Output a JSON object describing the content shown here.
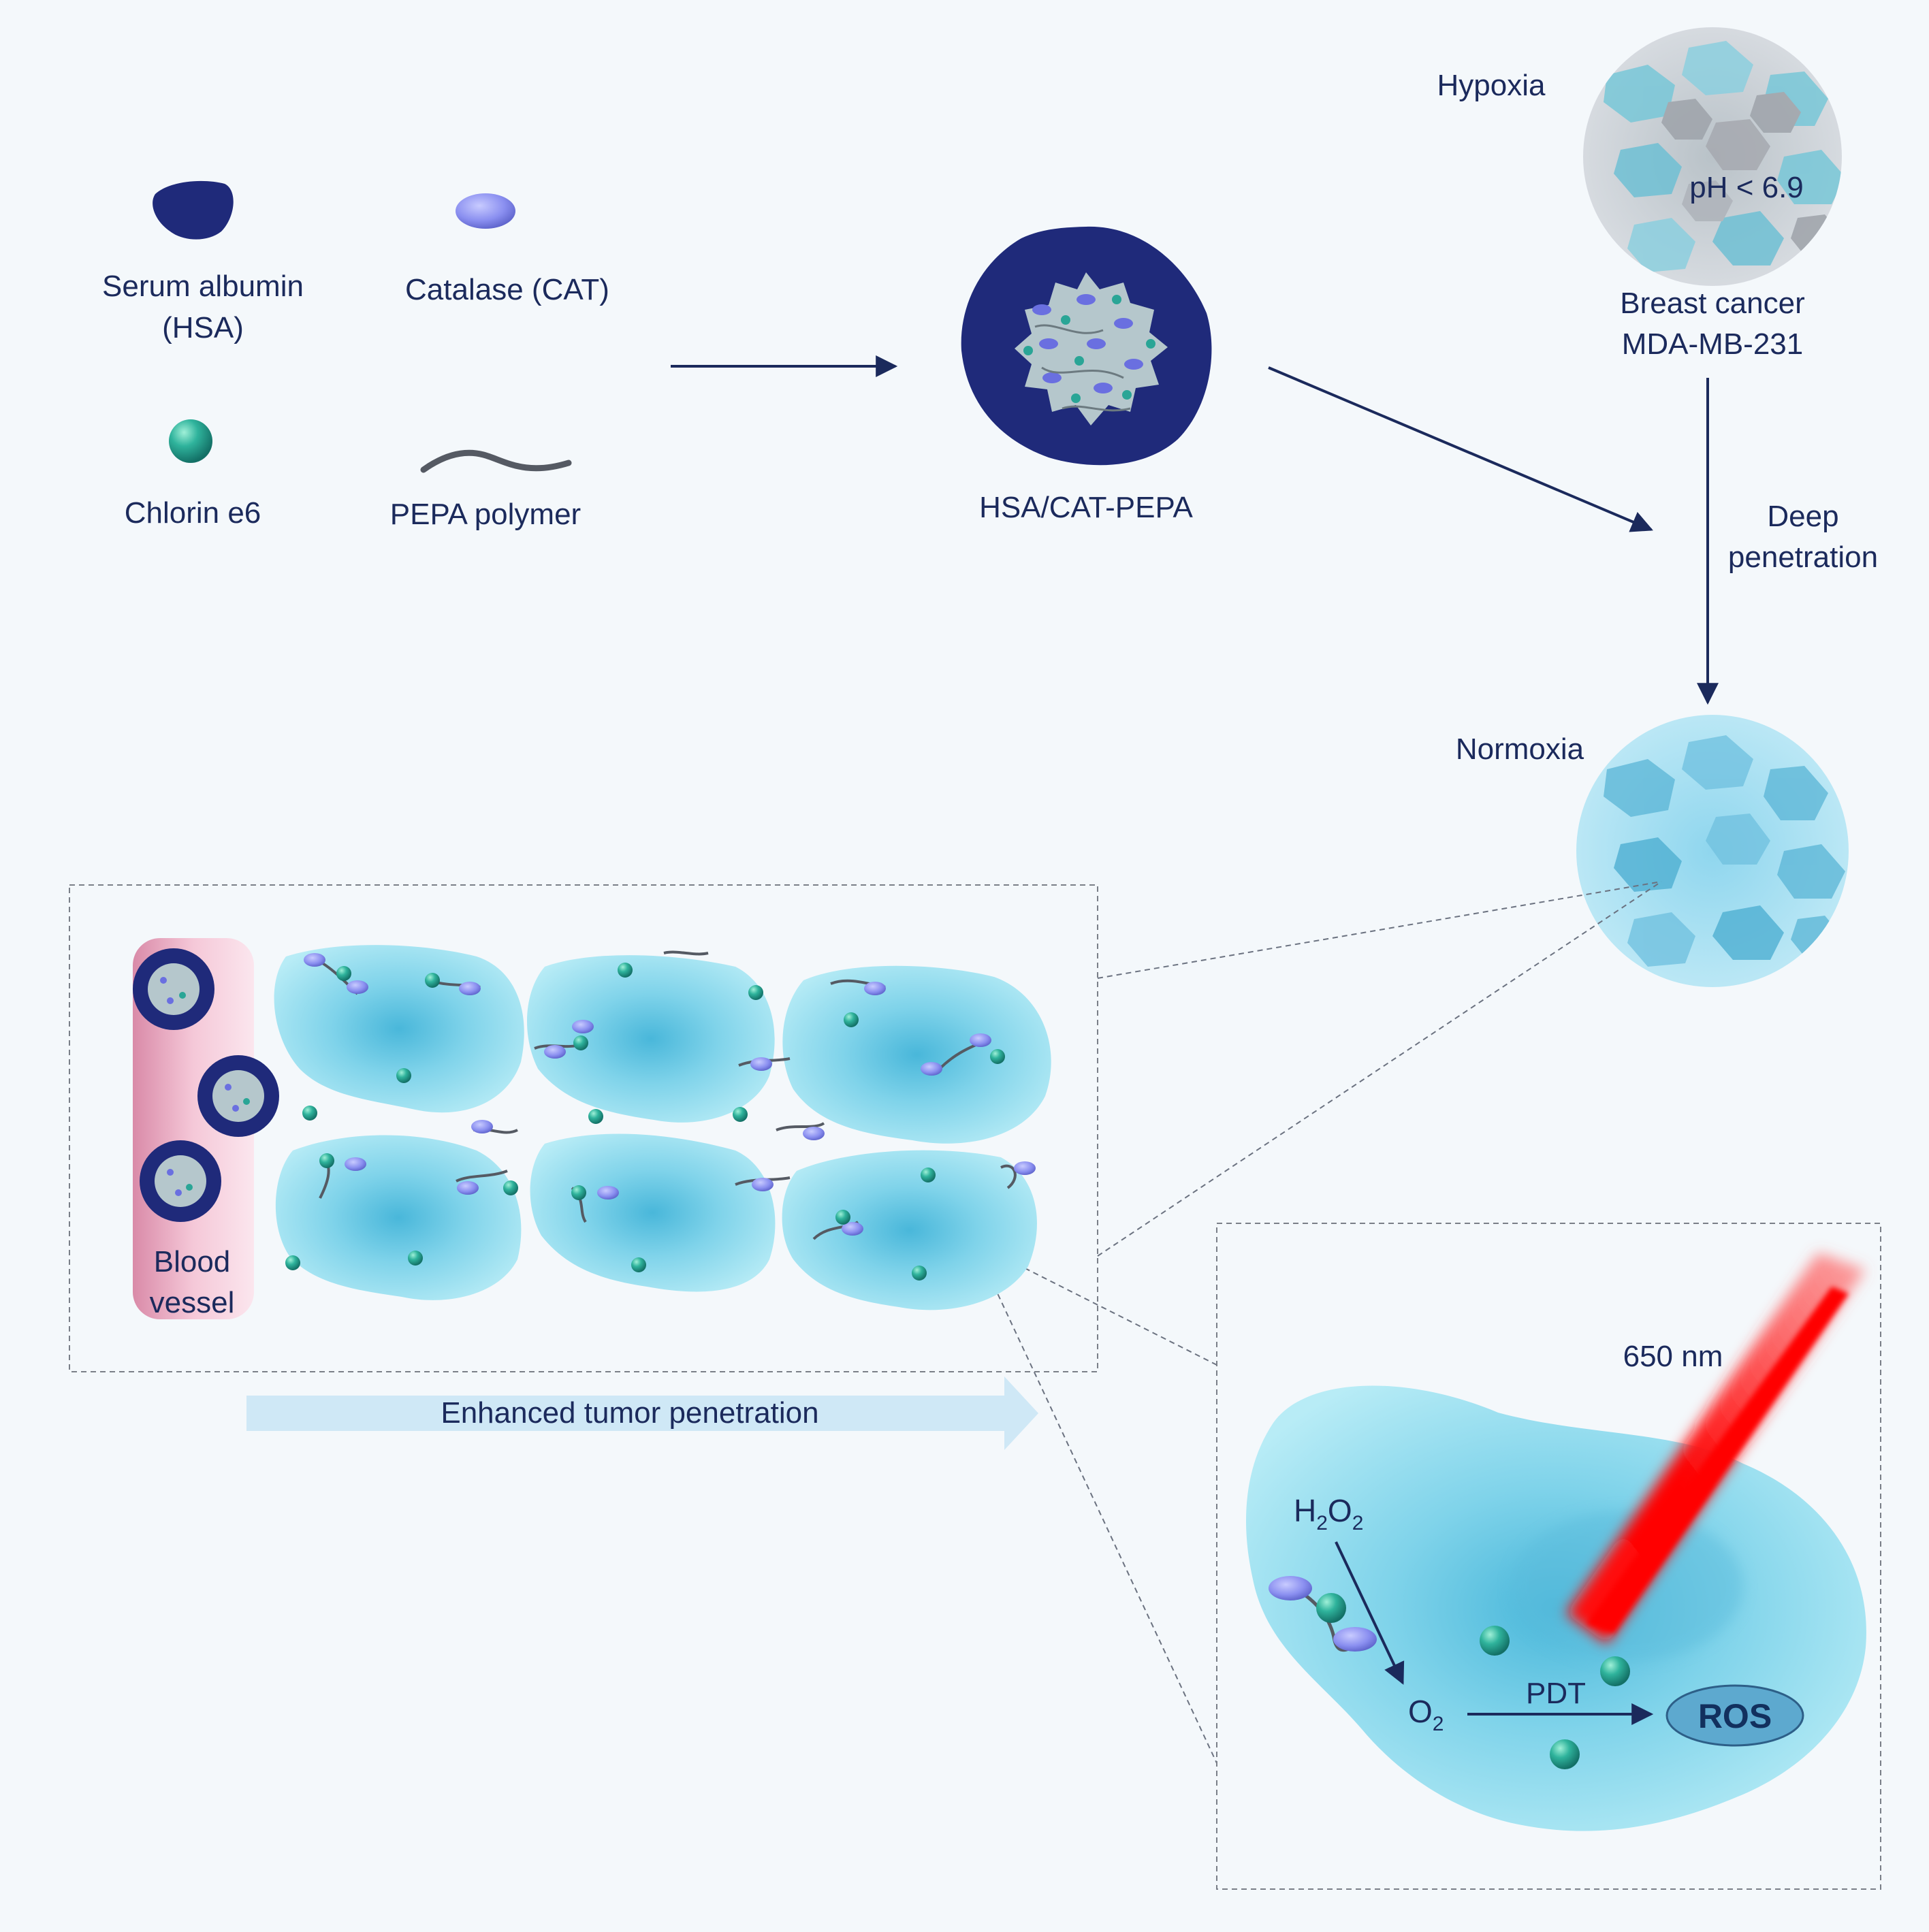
{
  "legend": {
    "serum_albumin": "Serum albumin",
    "serum_albumin_abbr": "(HSA)",
    "catalase": "Catalase (CAT)",
    "chlorin": "Chlorin e6",
    "polymer": "PEPA polymer"
  },
  "nanoparticle": {
    "label": "HSA/CAT-PEPA"
  },
  "hypoxia_tumor": {
    "state": "Hypoxia",
    "ph": "pH < 6.9",
    "name_line1": "Breast cancer",
    "name_line2": "MDA-MB-231"
  },
  "deep_penetration": {
    "line1": "Deep",
    "line2": "penetration"
  },
  "normoxia_tumor": {
    "state": "Normoxia"
  },
  "tissue_panel": {
    "vessel_line1": "Blood",
    "vessel_line2": "vessel",
    "arrow_label": "Enhanced tumor penetration"
  },
  "pdt_panel": {
    "wavelength": "650 nm",
    "h2o2_main": "H",
    "h2o2_sub1": "2",
    "h2o2_mid": "O",
    "h2o2_sub2": "2",
    "o2_main": "O",
    "o2_sub": "2",
    "pdt": "PDT",
    "ros": "ROS"
  },
  "colors": {
    "background": "#f4f8fb",
    "albumin": "#1f2a7a",
    "catalase": "#8a8ff0",
    "chlorin": "#2aa596",
    "polymer": "#555a63",
    "cell": "#7fd3ea",
    "laser": "#ff1a1a",
    "text": "#1b2a5c"
  }
}
